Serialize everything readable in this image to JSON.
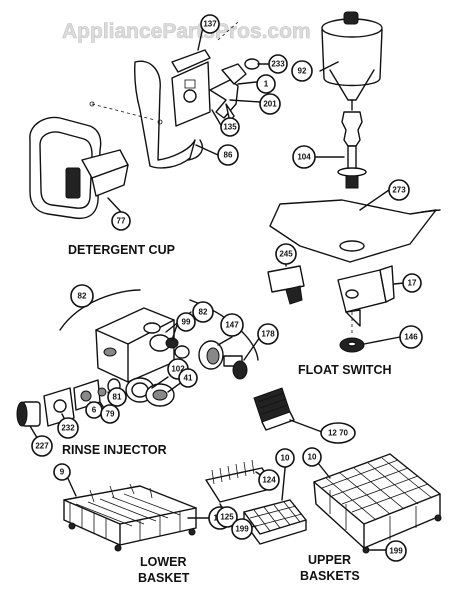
{
  "watermark": "AppliancePartsPros.com",
  "section_labels": {
    "detergent_cup": "DETERGENT CUP",
    "float_switch": "FLOAT SWITCH",
    "rinse_injector": "RINSE INJECTOR",
    "lower_basket_1": "LOWER",
    "lower_basket_2": "BASKET",
    "upper_baskets_1": "UPPER",
    "upper_baskets_2": "BASKETS"
  },
  "callouts": {
    "c137": "137",
    "c233": "233",
    "c92": "92",
    "c1": "1",
    "c201": "201",
    "c135": "135",
    "c86": "86",
    "c104": "104",
    "c77": "77",
    "c273": "273",
    "c245": "245",
    "c17": "17",
    "c146": "146",
    "c82a": "82",
    "c82b": "82",
    "c99": "99",
    "c147": "147",
    "c178": "178",
    "c102": "102",
    "c41": "41",
    "c81": "81",
    "c6": "6",
    "c79": "79",
    "c232": "232",
    "c227": "227",
    "c1270": "12 70",
    "c9": "9",
    "c10a": "10",
    "c10b": "10",
    "c124": "124",
    "c195": "195",
    "c125": "125",
    "c199a": "199",
    "c199b": "199"
  }
}
